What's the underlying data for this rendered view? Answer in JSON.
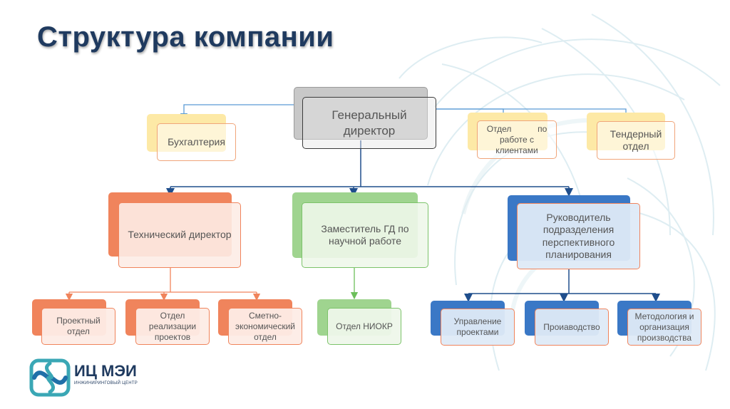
{
  "title": "Структура компании",
  "nodes": {
    "ceo": "Генеральный\nдиректор",
    "accounting": "Бухгалтерия",
    "client_dept_line1": "Отдел           по",
    "client_dept_line2": "работе с\nклиентами",
    "tender": "Тендерный\nотдел",
    "tech_director": "Технический директор",
    "deputy_science": "Заместитель ГД по\nнаучной работе",
    "planning_head": "Руководитель\nподразделения\nперспективного\nпланирования",
    "project_dept": "Проектный\nотдел",
    "implementation_dept": "Отдел\nреализации\nпроектов",
    "estimate_dept": "Сметно-\nэкономический\nотдел",
    "niokr_dept": "Отдел НИОКР",
    "project_mgmt": "Управление\nпроектами",
    "production": "Проиаводство",
    "methodology": "Методология и\nорганизация\nпроизводства"
  },
  "logo": {
    "name": "ИЦ МЭИ",
    "subtitle": "ИНЖИНИРИНГОВЫЙ ЦЕНТР"
  },
  "colors": {
    "gray": "#c8c8c8",
    "yellow": "#fde9a6",
    "salmon": "#f0845c",
    "green": "#9fd48f",
    "blue": "#3a78c6",
    "box_border": "#f0a57a",
    "connector_dark": "#1f4e8c",
    "connector_orange": "#f0845c",
    "connector_green": "#6cbf5a",
    "title": "#1f3a5f"
  }
}
